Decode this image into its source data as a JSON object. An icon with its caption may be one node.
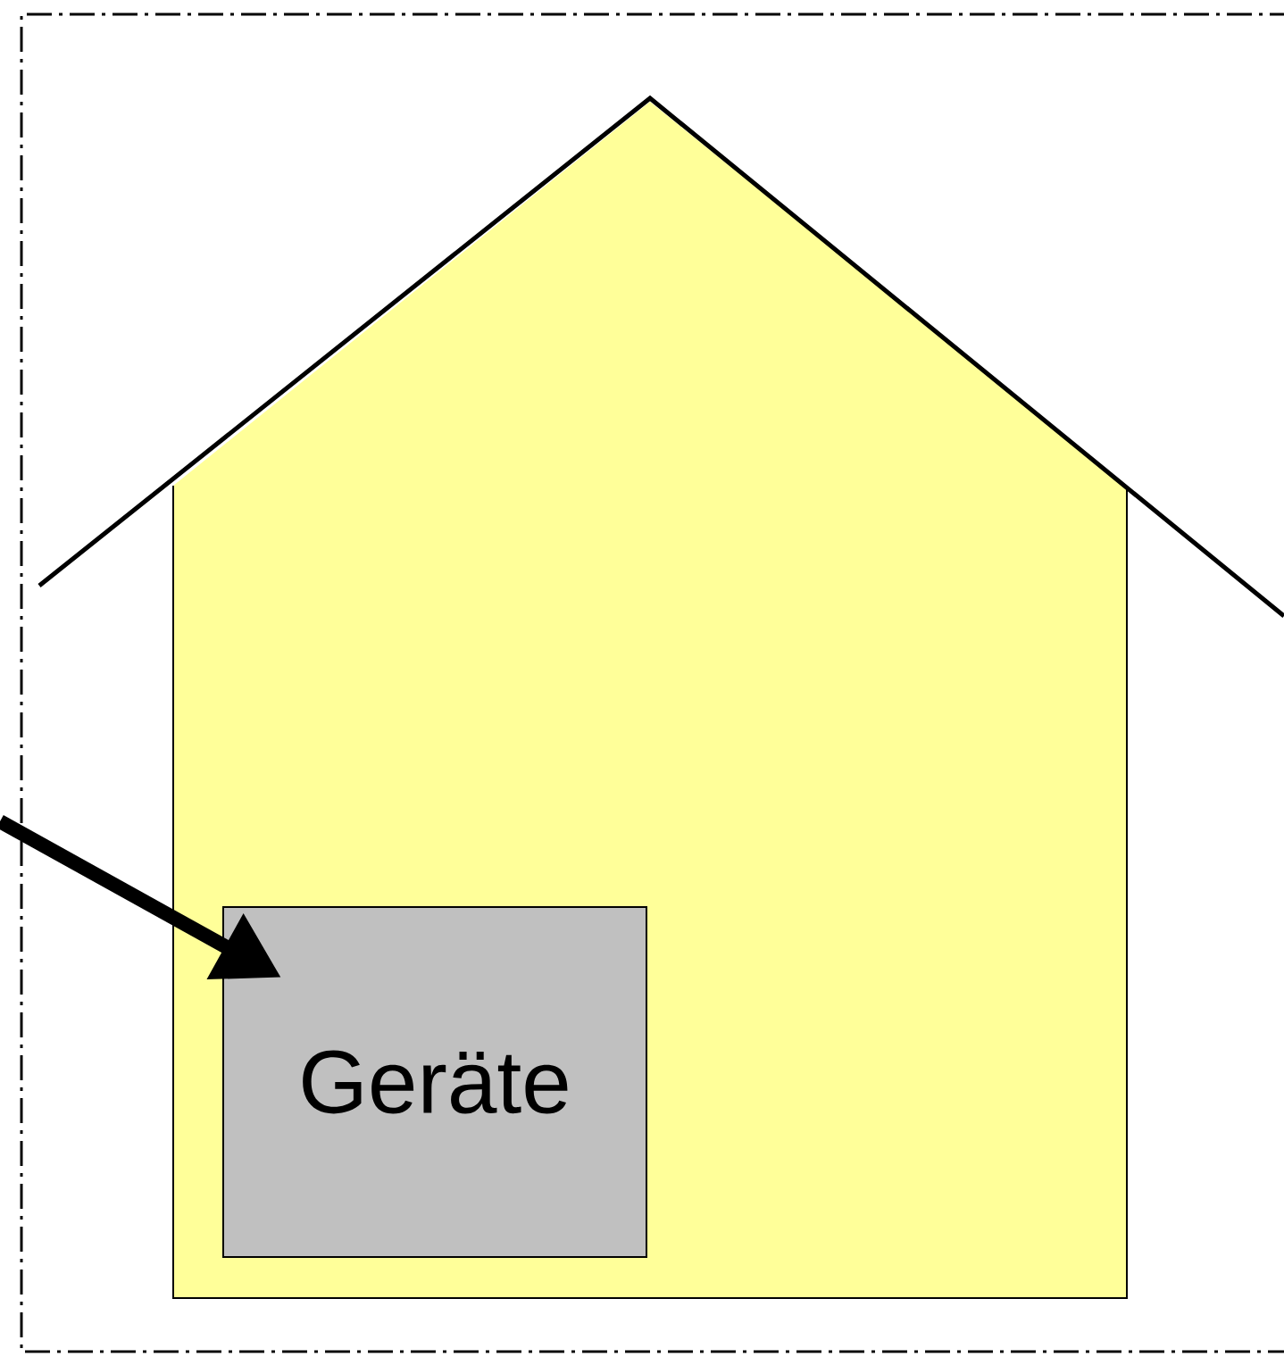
{
  "diagram": {
    "nodes": [
      {
        "text": [],
        "shape": "house"
      },
      {
        "text": [
          "Geräte"
        ],
        "in": 0
      }
    ],
    "edges": [
      {
        "from": null,
        "to": 1,
        "arrow": "to"
      }
    ]
  }
}
